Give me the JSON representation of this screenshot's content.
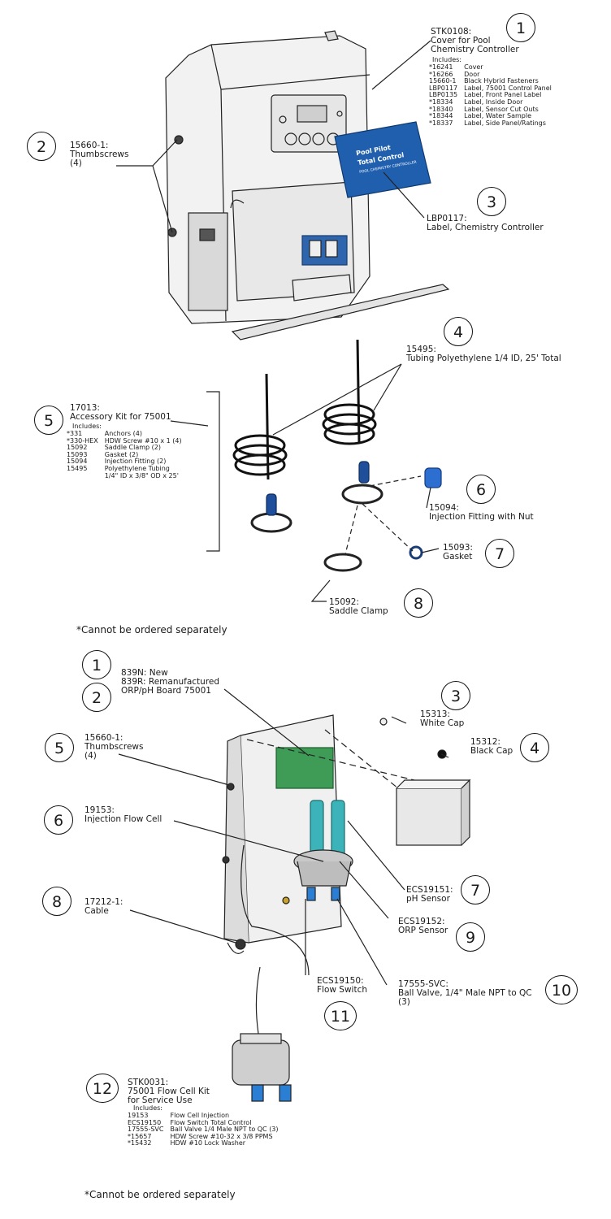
{
  "top": {
    "callouts": [
      "1",
      "2",
      "3",
      "4",
      "5",
      "6",
      "7",
      "8"
    ],
    "cover": {
      "part": "STK0108:",
      "desc": [
        "Cover for Pool",
        "Chemistry Controller"
      ],
      "includes_label": "Includes:",
      "rows": [
        [
          "*16241",
          "Cover"
        ],
        [
          "*16266",
          "Door"
        ],
        [
          "15660-1",
          "Black Hybrid Fasteners"
        ],
        [
          "LBP0117",
          "Label, 75001 Control Panel"
        ],
        [
          "LBP0135",
          "Label, Front Panel Label"
        ],
        [
          "*18334",
          "Label, Inside Door"
        ],
        [
          "*18340",
          "Label, Sensor Cut Outs"
        ],
        [
          "*18344",
          "Label, Water Sample"
        ],
        [
          "*18337",
          "Label, Side Panel/Ratings"
        ]
      ]
    },
    "thumbscrews": {
      "part": "15660-1:",
      "desc": "Thumbscrews",
      "qty": "(4)"
    },
    "label": {
      "part": "LBP0117:",
      "desc": "Label, Chemistry Controller"
    },
    "panel_label": {
      "line1": "Pool Pilot",
      "line2": "Total Control",
      "line3": "POOL CHEMISTRY CONTROLLER"
    },
    "tubing": {
      "part": "15495:",
      "desc": "Tubing Polyethylene 1/4 ID, 25' Total"
    },
    "kit": {
      "part": "17013:",
      "desc": "Accessory Kit for 75001",
      "includes_label": "Includes:",
      "rows": [
        [
          "*331",
          "Anchors (4)"
        ],
        [
          "*330-HEX",
          "HDW Screw #10 x 1 (4)"
        ],
        [
          "15092",
          "Saddle Clamp (2)"
        ],
        [
          "15093",
          "Gasket (2)"
        ],
        [
          "15094",
          "Injection Fitting (2)"
        ],
        [
          "15495",
          "Polyethylene Tubing"
        ],
        [
          "",
          "1/4\" ID x 3/8\" OD x 25'"
        ]
      ]
    },
    "injection": {
      "part": "15094:",
      "desc": "Injection Fitting with Nut"
    },
    "gasket": {
      "part": "15093:",
      "desc": "Gasket"
    },
    "clamp": {
      "part": "15092:",
      "desc": "Saddle Clamp"
    },
    "footnote": "*Cannot be ordered separately"
  },
  "bottom": {
    "callouts": [
      "1",
      "2",
      "3",
      "4",
      "5",
      "6",
      "7",
      "8",
      "9",
      "10",
      "11",
      "12"
    ],
    "board": {
      "line1": "839N: New",
      "line2": "839R: Remanufactured",
      "line3": "ORP/pH Board 75001"
    },
    "white_cap": {
      "part": "15313:",
      "desc": "White Cap"
    },
    "black_cap": {
      "part": "15312:",
      "desc": "Black Cap"
    },
    "thumbscrews": {
      "part": "15660-1:",
      "desc": "Thumbscrews",
      "qty": "(4)"
    },
    "flow_cell": {
      "part": "19153:",
      "desc": "Injection Flow Cell"
    },
    "ph": {
      "part": "ECS19151:",
      "desc": "pH Sensor"
    },
    "cable": {
      "part": "17212-1:",
      "desc": "Cable"
    },
    "orp": {
      "part": "ECS19152:",
      "desc": "ORP Sensor"
    },
    "ball_valve": {
      "part": "17555-SVC:",
      "desc": "Ball Valve, 1/4\" Male NPT to QC",
      "qty": "(3)"
    },
    "flow_switch": {
      "part": "ECS19150:",
      "desc": "Flow Switch"
    },
    "kit": {
      "part": "STK0031:",
      "desc": [
        "75001 Flow Cell Kit",
        "for Service Use"
      ],
      "includes_label": "Includes:",
      "rows": [
        [
          "19153",
          "Flow Cell Injection"
        ],
        [
          "ECS19150",
          "Flow Switch Total Control"
        ],
        [
          "17555-SVC",
          "Ball Valve 1/4 Male NPT to QC (3)"
        ],
        [
          "*15657",
          "HDW Screw #10-32 x 3/8 PPMS"
        ],
        [
          "*15432",
          "HDW #10 Lock Washer"
        ]
      ]
    },
    "footnote": "*Cannot be ordered separately"
  },
  "colors": {
    "line": "#1a1a1a",
    "blue_label": "#1f5fae",
    "sensor": "#3bb3b8",
    "board": "#3f9c56",
    "valve": "#2a7fd4",
    "housing": "#f0f0f0"
  }
}
